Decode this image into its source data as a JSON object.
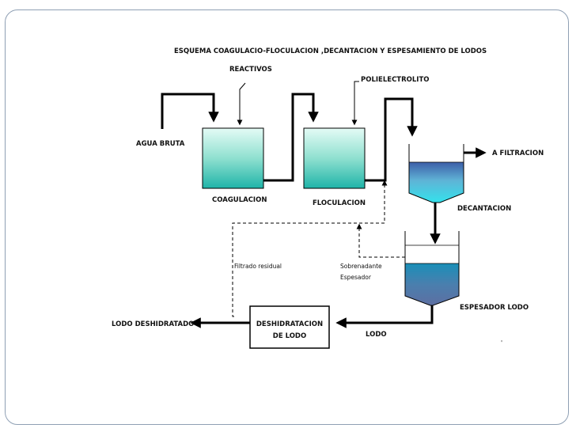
{
  "title": "ESQUEMA COAGULACIO-FLOCULACION ,DECANTACION Y ESPESAMIENTO DE LODOS",
  "labels": {
    "reactivos": "REACTIVOS",
    "polielectrolito": "POLIELECTROLITO",
    "agua_bruta": "AGUA BRUTA",
    "coagulacion": "COAGULACION",
    "floculacion": "FLOCULACION",
    "a_filtracion": "A FILTRACION",
    "decantacion": "DECANTACION",
    "filtrado_residual": "Filtrado residual",
    "sobrenadante": "Sobrenadante",
    "espesador": "Espesador",
    "espesador_lodo": "ESPESADOR LODO",
    "lodo_deshidratado": "LODO DESHIDRATADO",
    "deshidratacion_line1": "DESHIDRATACION",
    "deshidratacion_line2": "DE LODO",
    "lodo": "LODO",
    "corner_mark": "'"
  },
  "colors": {
    "frame_border": "#8fa0b4",
    "tank_light": "#e4fbf6",
    "tank_dark": "#1fb4a8",
    "decanter_top": "#3c5ea8",
    "decanter_bottom": "#34e2ec",
    "thickener_top": "#1a8fb8",
    "thickener_bottom": "#5d6fa2"
  }
}
